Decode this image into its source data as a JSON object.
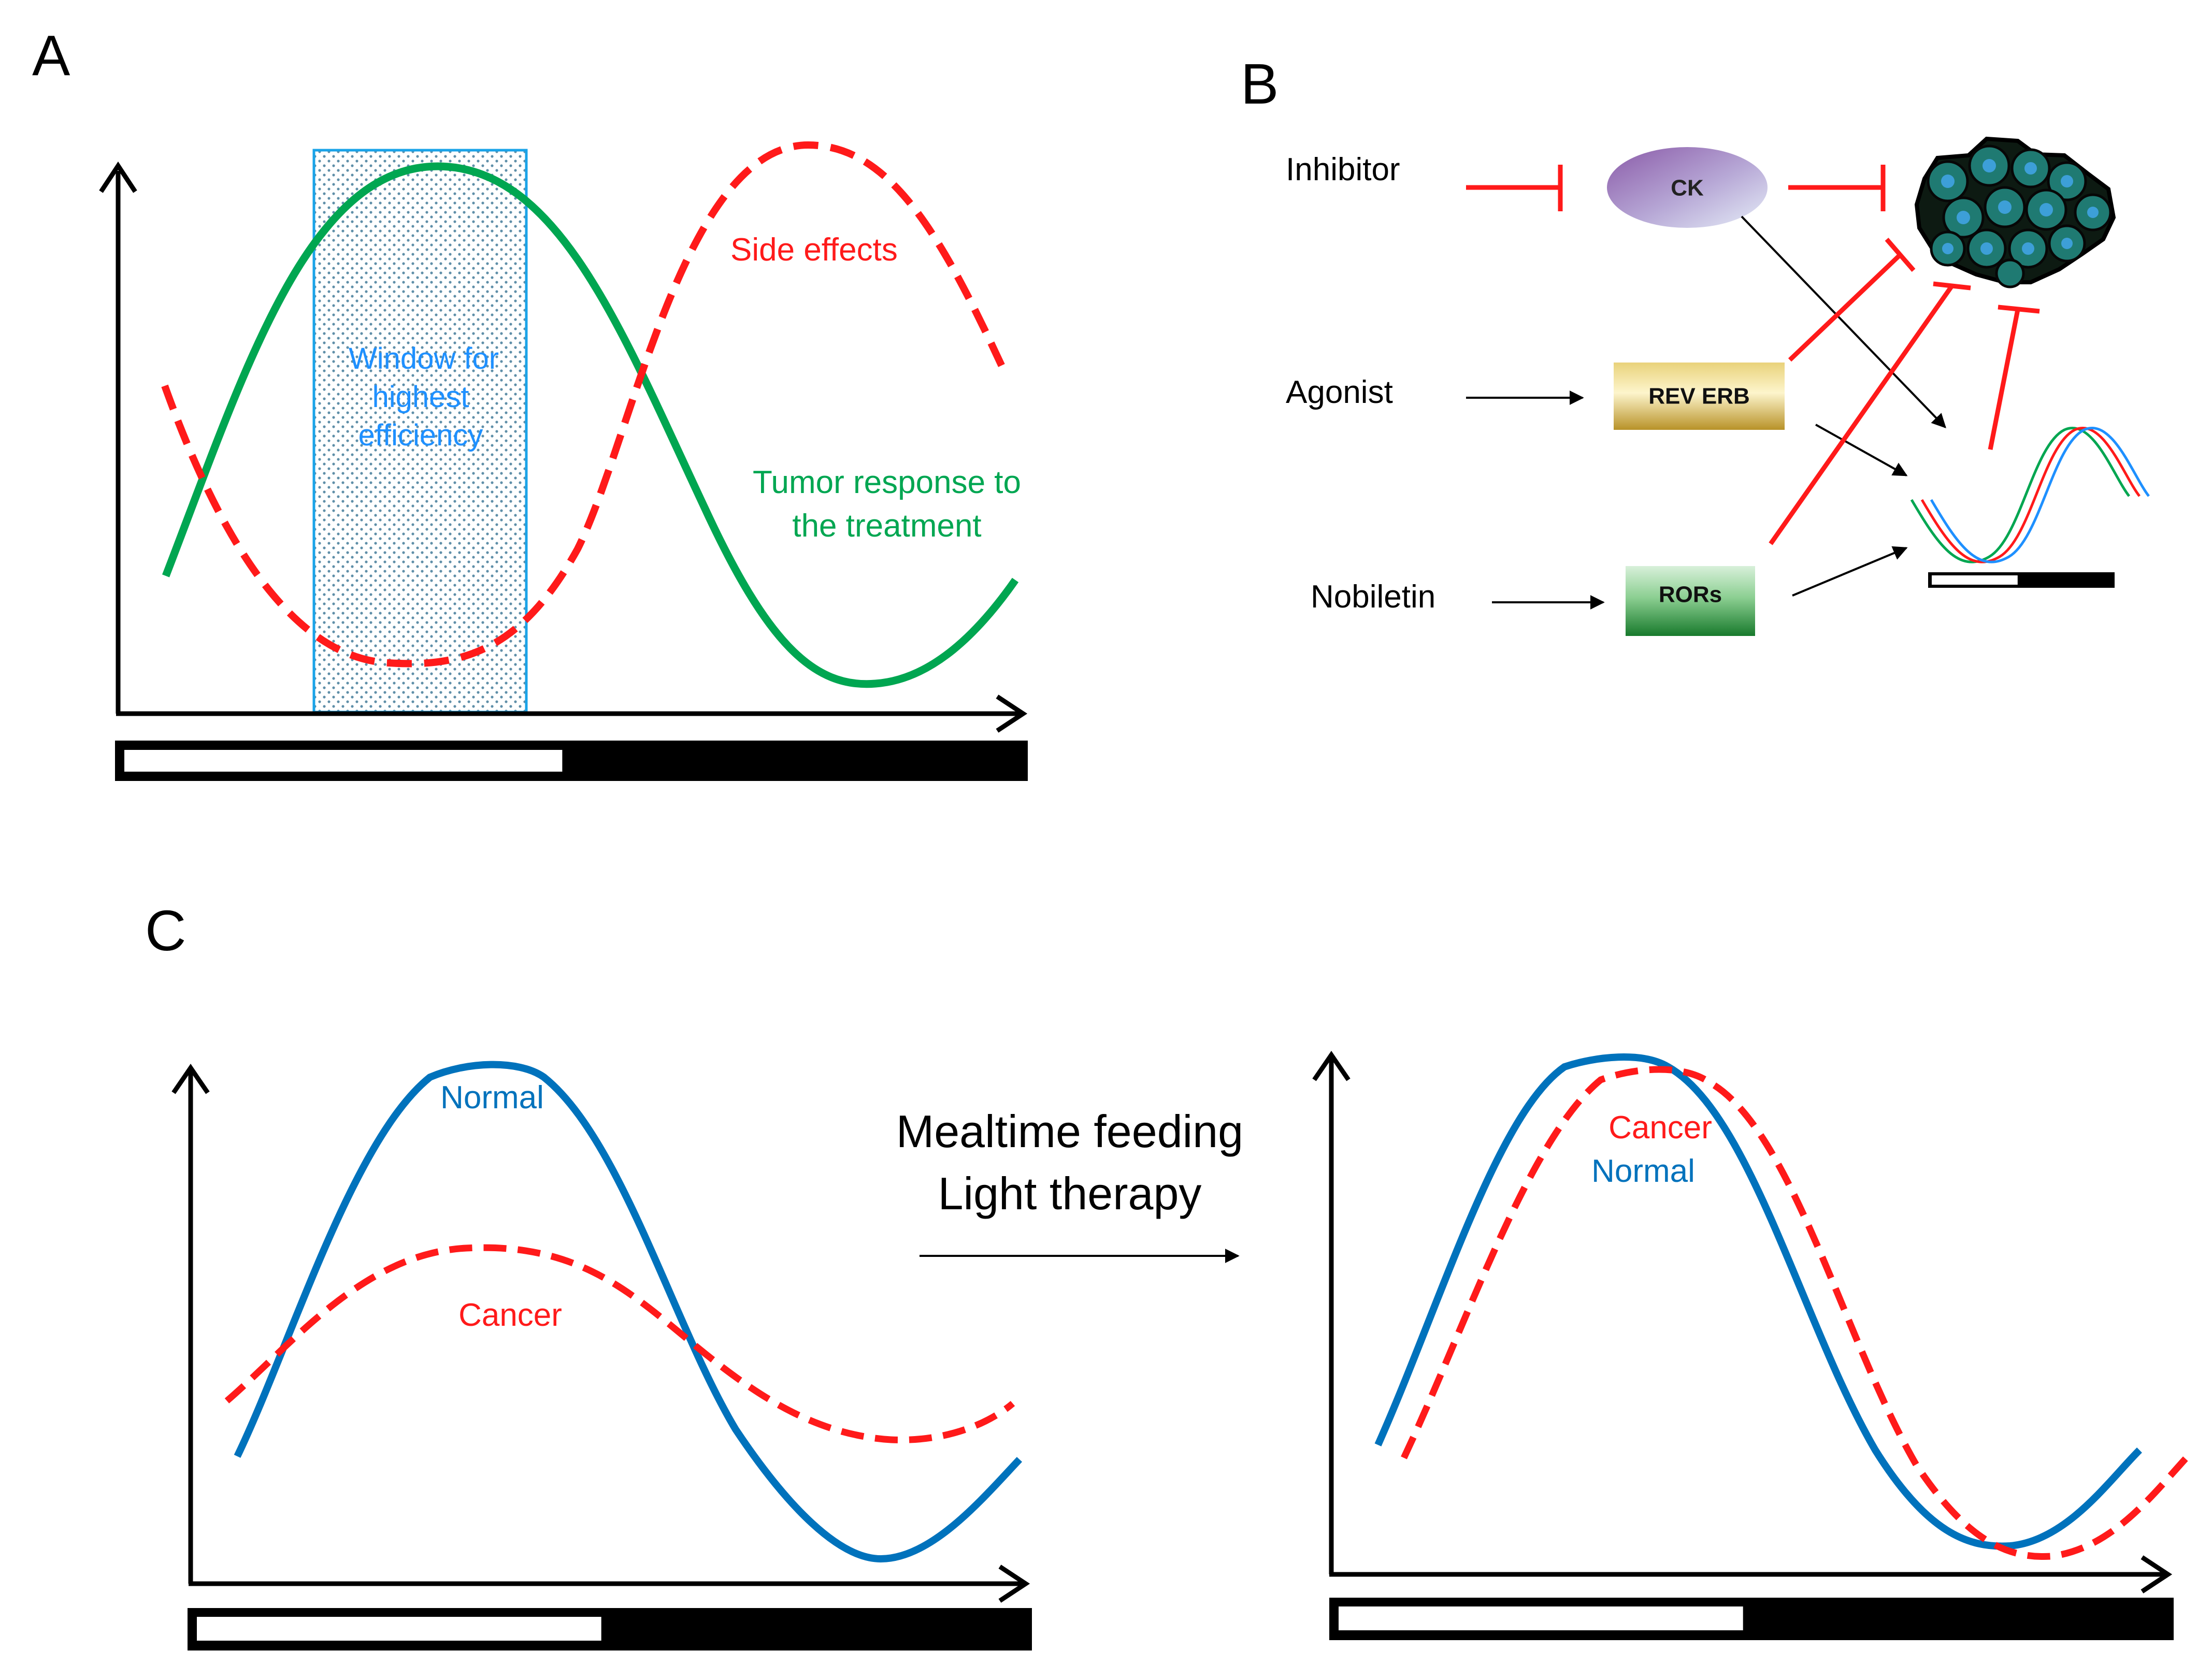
{
  "colors": {
    "red": "#ff1a1a",
    "green": "#00a651",
    "blue": "#0072bc",
    "window_blue": "#1e90ff",
    "black": "#000000"
  },
  "panel_a": {
    "label": "A",
    "window_label": [
      "Window for",
      "highest",
      "efficiency"
    ],
    "side_effects_label": "Side effects",
    "tumor_label": [
      "Tumor response to",
      "the treatment"
    ],
    "light_dark_bar": {
      "light_fraction": 0.49
    }
  },
  "panel_b": {
    "label": "B",
    "inhibitor_label": "Inhibitor",
    "agonist_label": "Agonist",
    "nobiletin_label": "Nobiletin",
    "ck_label": "CK",
    "rev_erb_label": "REV ERB",
    "rors_label": "RORs",
    "tumor_cells_icon": "tumor-cell-cluster-icon",
    "light_dark_bar": {
      "light_fraction": 0.48
    }
  },
  "panel_c": {
    "label": "C",
    "left_normal_label": "Normal",
    "left_cancer_label": "Cancer",
    "transition_labels": [
      "Mealtime feeding",
      "Light therapy"
    ],
    "right_cancer_label": "Cancer",
    "right_normal_label": "Normal",
    "left_bar": {
      "light_fraction": 0.49
    },
    "right_bar": {
      "light_fraction": 0.49
    }
  }
}
